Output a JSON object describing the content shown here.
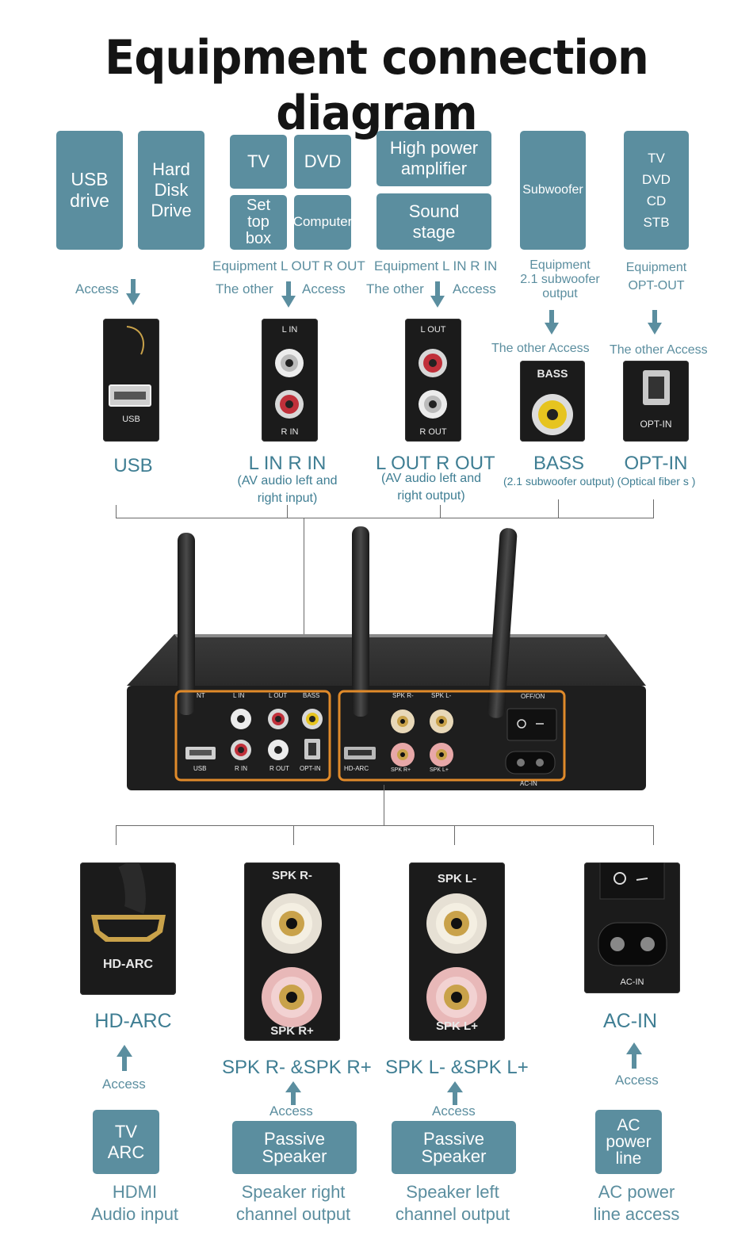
{
  "title": "Equipment connection diagram",
  "top_boxes": {
    "usb_drive": "USB\ndrive",
    "hard_disk": "Hard\nDisk\nDrive",
    "tv": "TV",
    "dvd": "DVD",
    "set_top_box": "Set\ntop\nbox",
    "computer": "Computer",
    "high_power_amp": "High power\namplifier",
    "sound_stage": "Sound\nstage",
    "subwoofer": "Subwoofer",
    "opt_sources": "TV\nDVD\nCD\nSTB"
  },
  "top_captions": {
    "usb_access": "Access",
    "lin_equipment": "Equipment L OUT  R OUT",
    "lin_other": "The other",
    "lin_access": "Access",
    "lout_equipment": "Equipment L IN  R IN",
    "lout_other": "The other",
    "lout_access": "Access",
    "bass_equipment": "Equipment\n2.1 subwoofer\noutput",
    "bass_access": "The other Access",
    "opt_equipment": "Equipment\nOPT-OUT",
    "opt_access": "The other Access"
  },
  "top_panels": {
    "usb": "USB",
    "lin_top": "L IN",
    "lin_bottom": "R IN",
    "lout_top": "L OUT",
    "lout_bottom": "R OUT",
    "bass": "BASS",
    "opt": "OPT-IN"
  },
  "top_labels": {
    "usb": "USB",
    "lin": "L IN  R IN",
    "lin_sub": "(AV audio left and\nright input)",
    "lout": "L OUT R OUT",
    "lout_sub": "(AV audio left and\nright output)",
    "bass": "BASS",
    "bass_sub": "(2.1 subwoofer output)",
    "opt": "OPT-IN",
    "opt_sub": "(Optical fiber s )"
  },
  "device_labels": {
    "nt": "NT",
    "lin": "L IN",
    "rin": "R IN",
    "lout": "L OUT",
    "rout": "R OUT",
    "bass": "BASS",
    "usb": "USB",
    "optin": "OPT-IN",
    "hdarc": "HD-ARC",
    "spkr_minus": "SPK R-",
    "spkl_minus": "SPK L-",
    "spkr_plus": "SPK R+",
    "spkl_plus": "SPK L+",
    "offon": "OFF/ON",
    "acin": "AC-IN"
  },
  "bottom_panels": {
    "hdarc": "HD-ARC",
    "spkr_top": "SPK R-",
    "spkr_bottom": "SPK R+",
    "spkl_top": "SPK L-",
    "spkl_bottom": "SPK L+",
    "acin": "AC-IN"
  },
  "bottom_labels": {
    "hdarc": "HD-ARC",
    "spkr": "SPK R- &SPK R+",
    "spkl": "SPK L- &SPK L+",
    "acin": "AC-IN"
  },
  "bottom_access": {
    "hdarc": "Access",
    "spkr": "Access",
    "spkl": "Access",
    "acin": "Access"
  },
  "bottom_boxes": {
    "tv_arc": "TV\nARC",
    "passive_r": "Passive\nSpeaker",
    "passive_l": "Passive\nSpeaker",
    "ac_power": "AC\npower\nline"
  },
  "bottom_captions": {
    "hdmi": "HDMI\nAudio input",
    "spk_right": "Speaker right\nchannel output",
    "spk_left": "Speaker left\nchannel output",
    "ac": "AC power\nline access"
  },
  "colors": {
    "box": "#5b8e9f",
    "text_blue": "#3f7e93",
    "highlight": "#e08a2a",
    "device": "#1e1e1e"
  }
}
